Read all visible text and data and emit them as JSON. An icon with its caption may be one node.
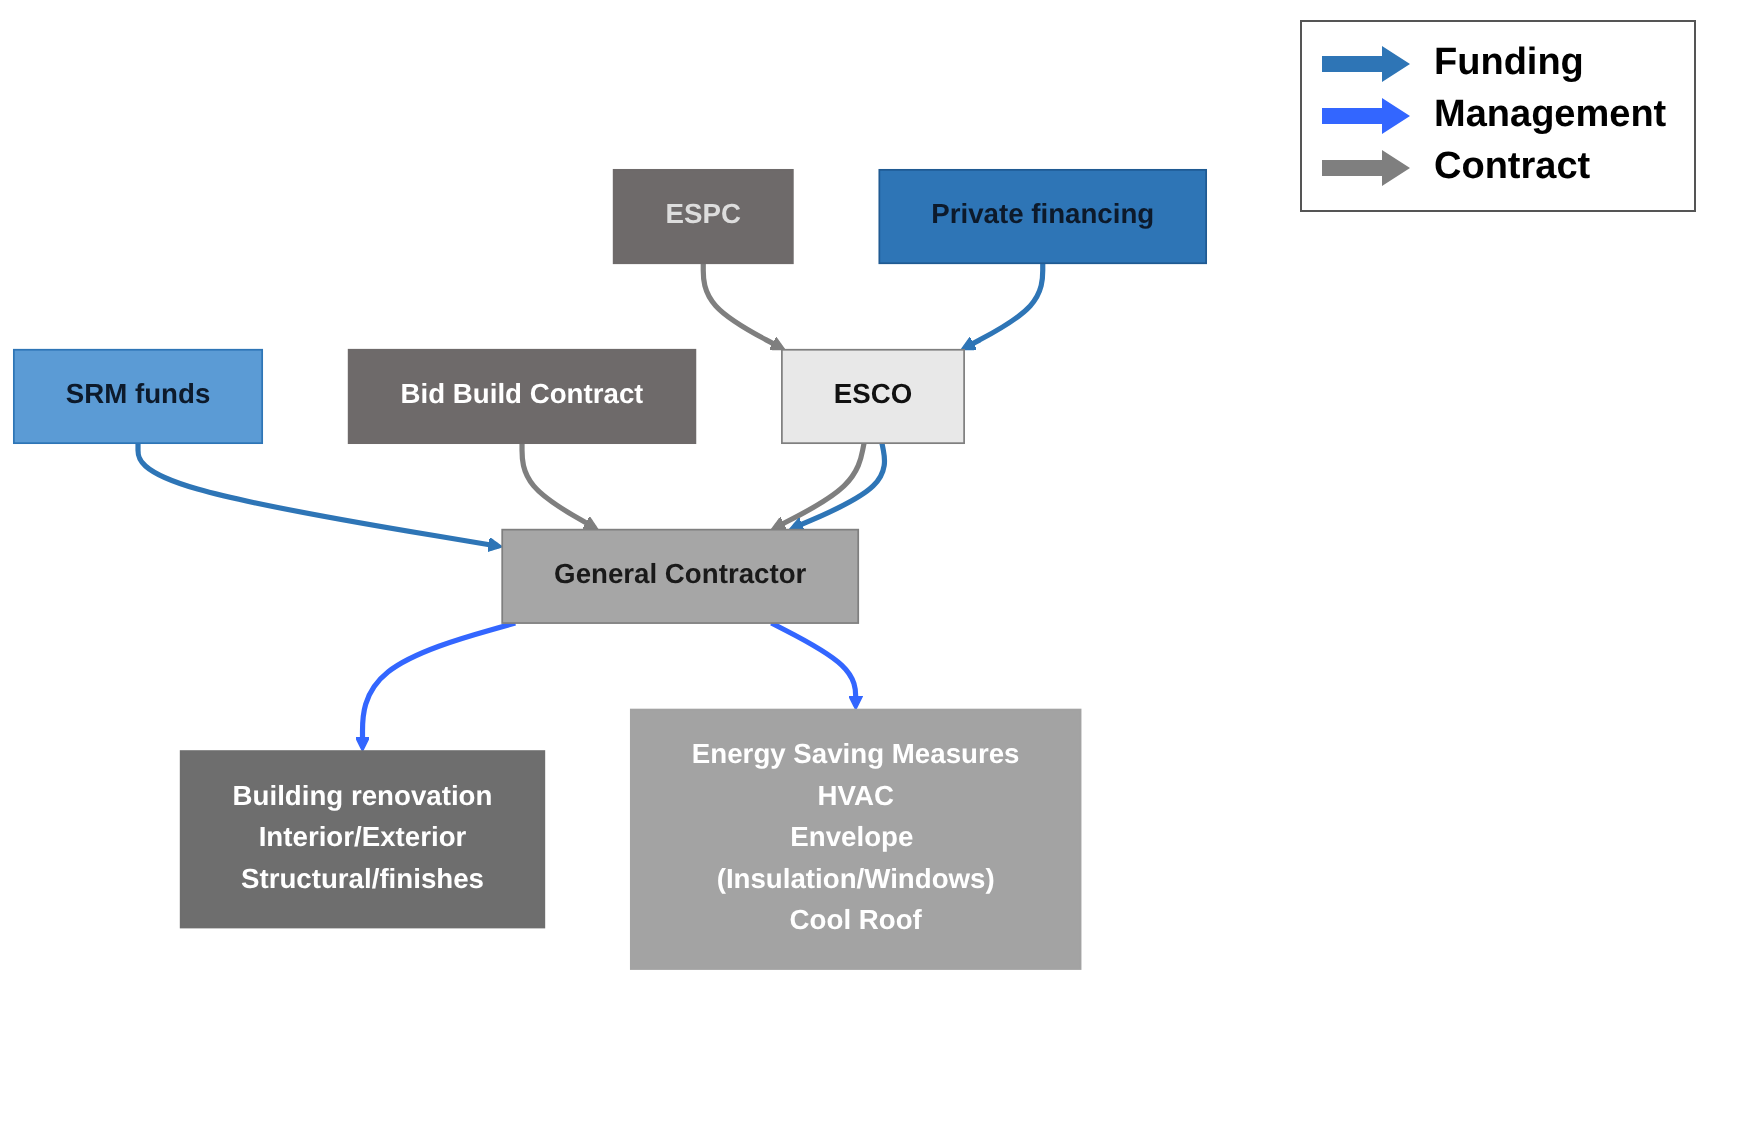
{
  "diagram": {
    "nodes": [
      {
        "text": [
          "SRM funds"
        ]
      },
      {
        "text": [
          "Bid Build Contract"
        ]
      },
      {
        "text": [
          "ESPC"
        ]
      },
      {
        "text": [
          "General Contractor"
        ]
      },
      {
        "text": [
          "ESCO"
        ]
      },
      {
        "text": [
          "Private financing"
        ]
      },
      {
        "text": [
          "Building renovation",
          "Interior/Exterior",
          "Structural/finishes"
        ]
      },
      {
        "text": [
          "Energy Saving Measures",
          "HVAC",
          "Envelope (Insulation/Windows)",
          "Cool Roof"
        ]
      }
    ],
    "edges": [
      {
        "from": 0,
        "to": 3,
        "arrow": "to",
        "color": "#2e75b6"
      },
      {
        "from": 1,
        "to": 3,
        "arrow": "to",
        "color": "#7f7f7f"
      },
      {
        "from": 2,
        "to": 4,
        "arrow": "to",
        "color": "#7f7f7f"
      },
      {
        "from": 5,
        "to": 4,
        "arrow": "to",
        "color": "#2e75b6"
      },
      {
        "from": 4,
        "to": 3,
        "arrow": "to",
        "color": "#7f7f7f"
      },
      {
        "from": 4,
        "to": 3,
        "arrow": "to",
        "color": "#2e75b6"
      },
      {
        "from": 3,
        "to": 6,
        "arrow": "to",
        "color": "#3366ff"
      },
      {
        "from": 3,
        "to": 7,
        "arrow": "to",
        "color": "#3366ff"
      }
    ],
    "legend": [
      {
        "text": "Funding",
        "color": "#2e75b6"
      },
      {
        "text": "Management",
        "color": "#3366ff"
      },
      {
        "text": "Contract",
        "color": "#7f7f7f"
      }
    ]
  }
}
